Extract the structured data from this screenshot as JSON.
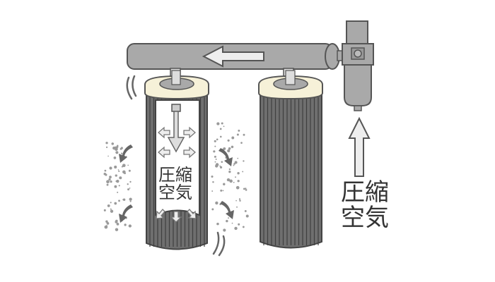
{
  "labels": {
    "inner_line1": "圧縮",
    "inner_line2": "空気",
    "inlet_line1": "圧縮",
    "inlet_line2": "空気"
  },
  "colors": {
    "pipe": "#a9a9a9",
    "outline": "#555555",
    "filter_body": "#6f6f6f",
    "cap": "#f6f1d8",
    "arrow_fill": "#eeeeee",
    "dust": "#9a9a9a"
  }
}
